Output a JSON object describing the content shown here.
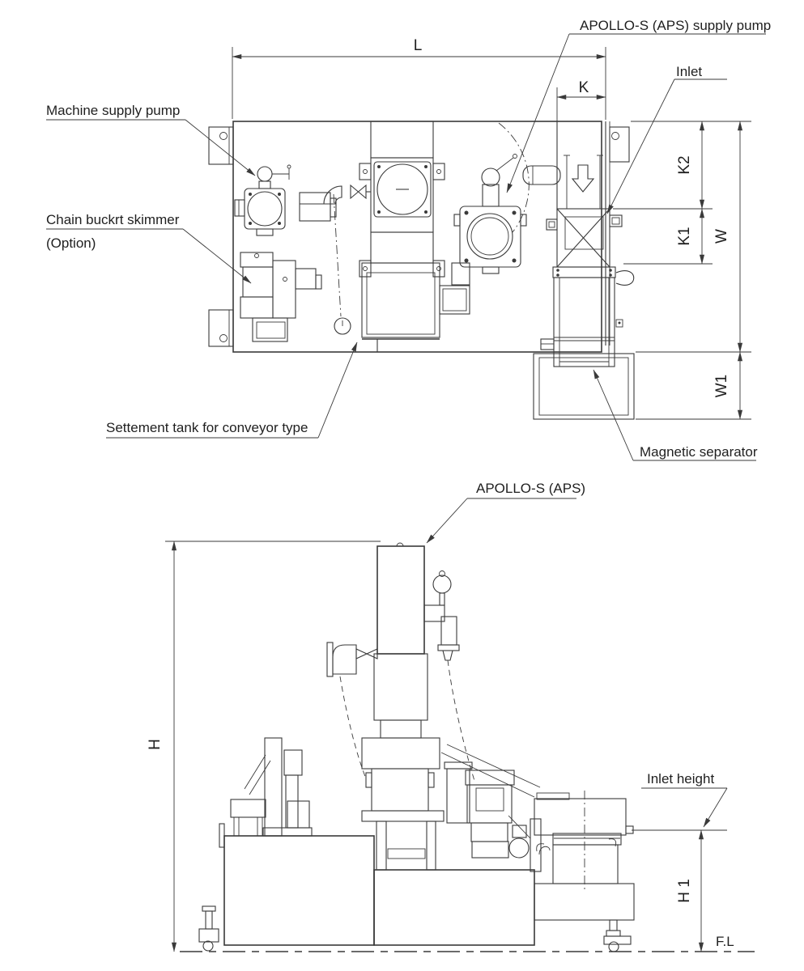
{
  "colors": {
    "line": "#3a3a3a",
    "text": "#1f1f1f",
    "background": "#ffffff"
  },
  "top_view": {
    "callouts": {
      "supply_pump": "APOLLO-S (APS) supply pump",
      "inlet": "Inlet",
      "machine_supply_pump": "Machine supply pump",
      "chain_bucket_skimmer": "Chain buckrt skimmer",
      "chain_bucket_skimmer_option": "(Option)",
      "settlement_tank": "Settement tank for conveyor type",
      "magnetic_separator": "Magnetic separator"
    },
    "dimensions": {
      "length": "L",
      "inlet_offset": "K",
      "k2": "K2",
      "k1": "K1",
      "width": "W",
      "w1": "W1"
    }
  },
  "side_view": {
    "callouts": {
      "apollo_s": "APOLLO-S (APS)",
      "inlet_height": "Inlet height"
    },
    "dimensions": {
      "height": "H",
      "h1": "H 1",
      "floor_level": "F.L"
    }
  }
}
